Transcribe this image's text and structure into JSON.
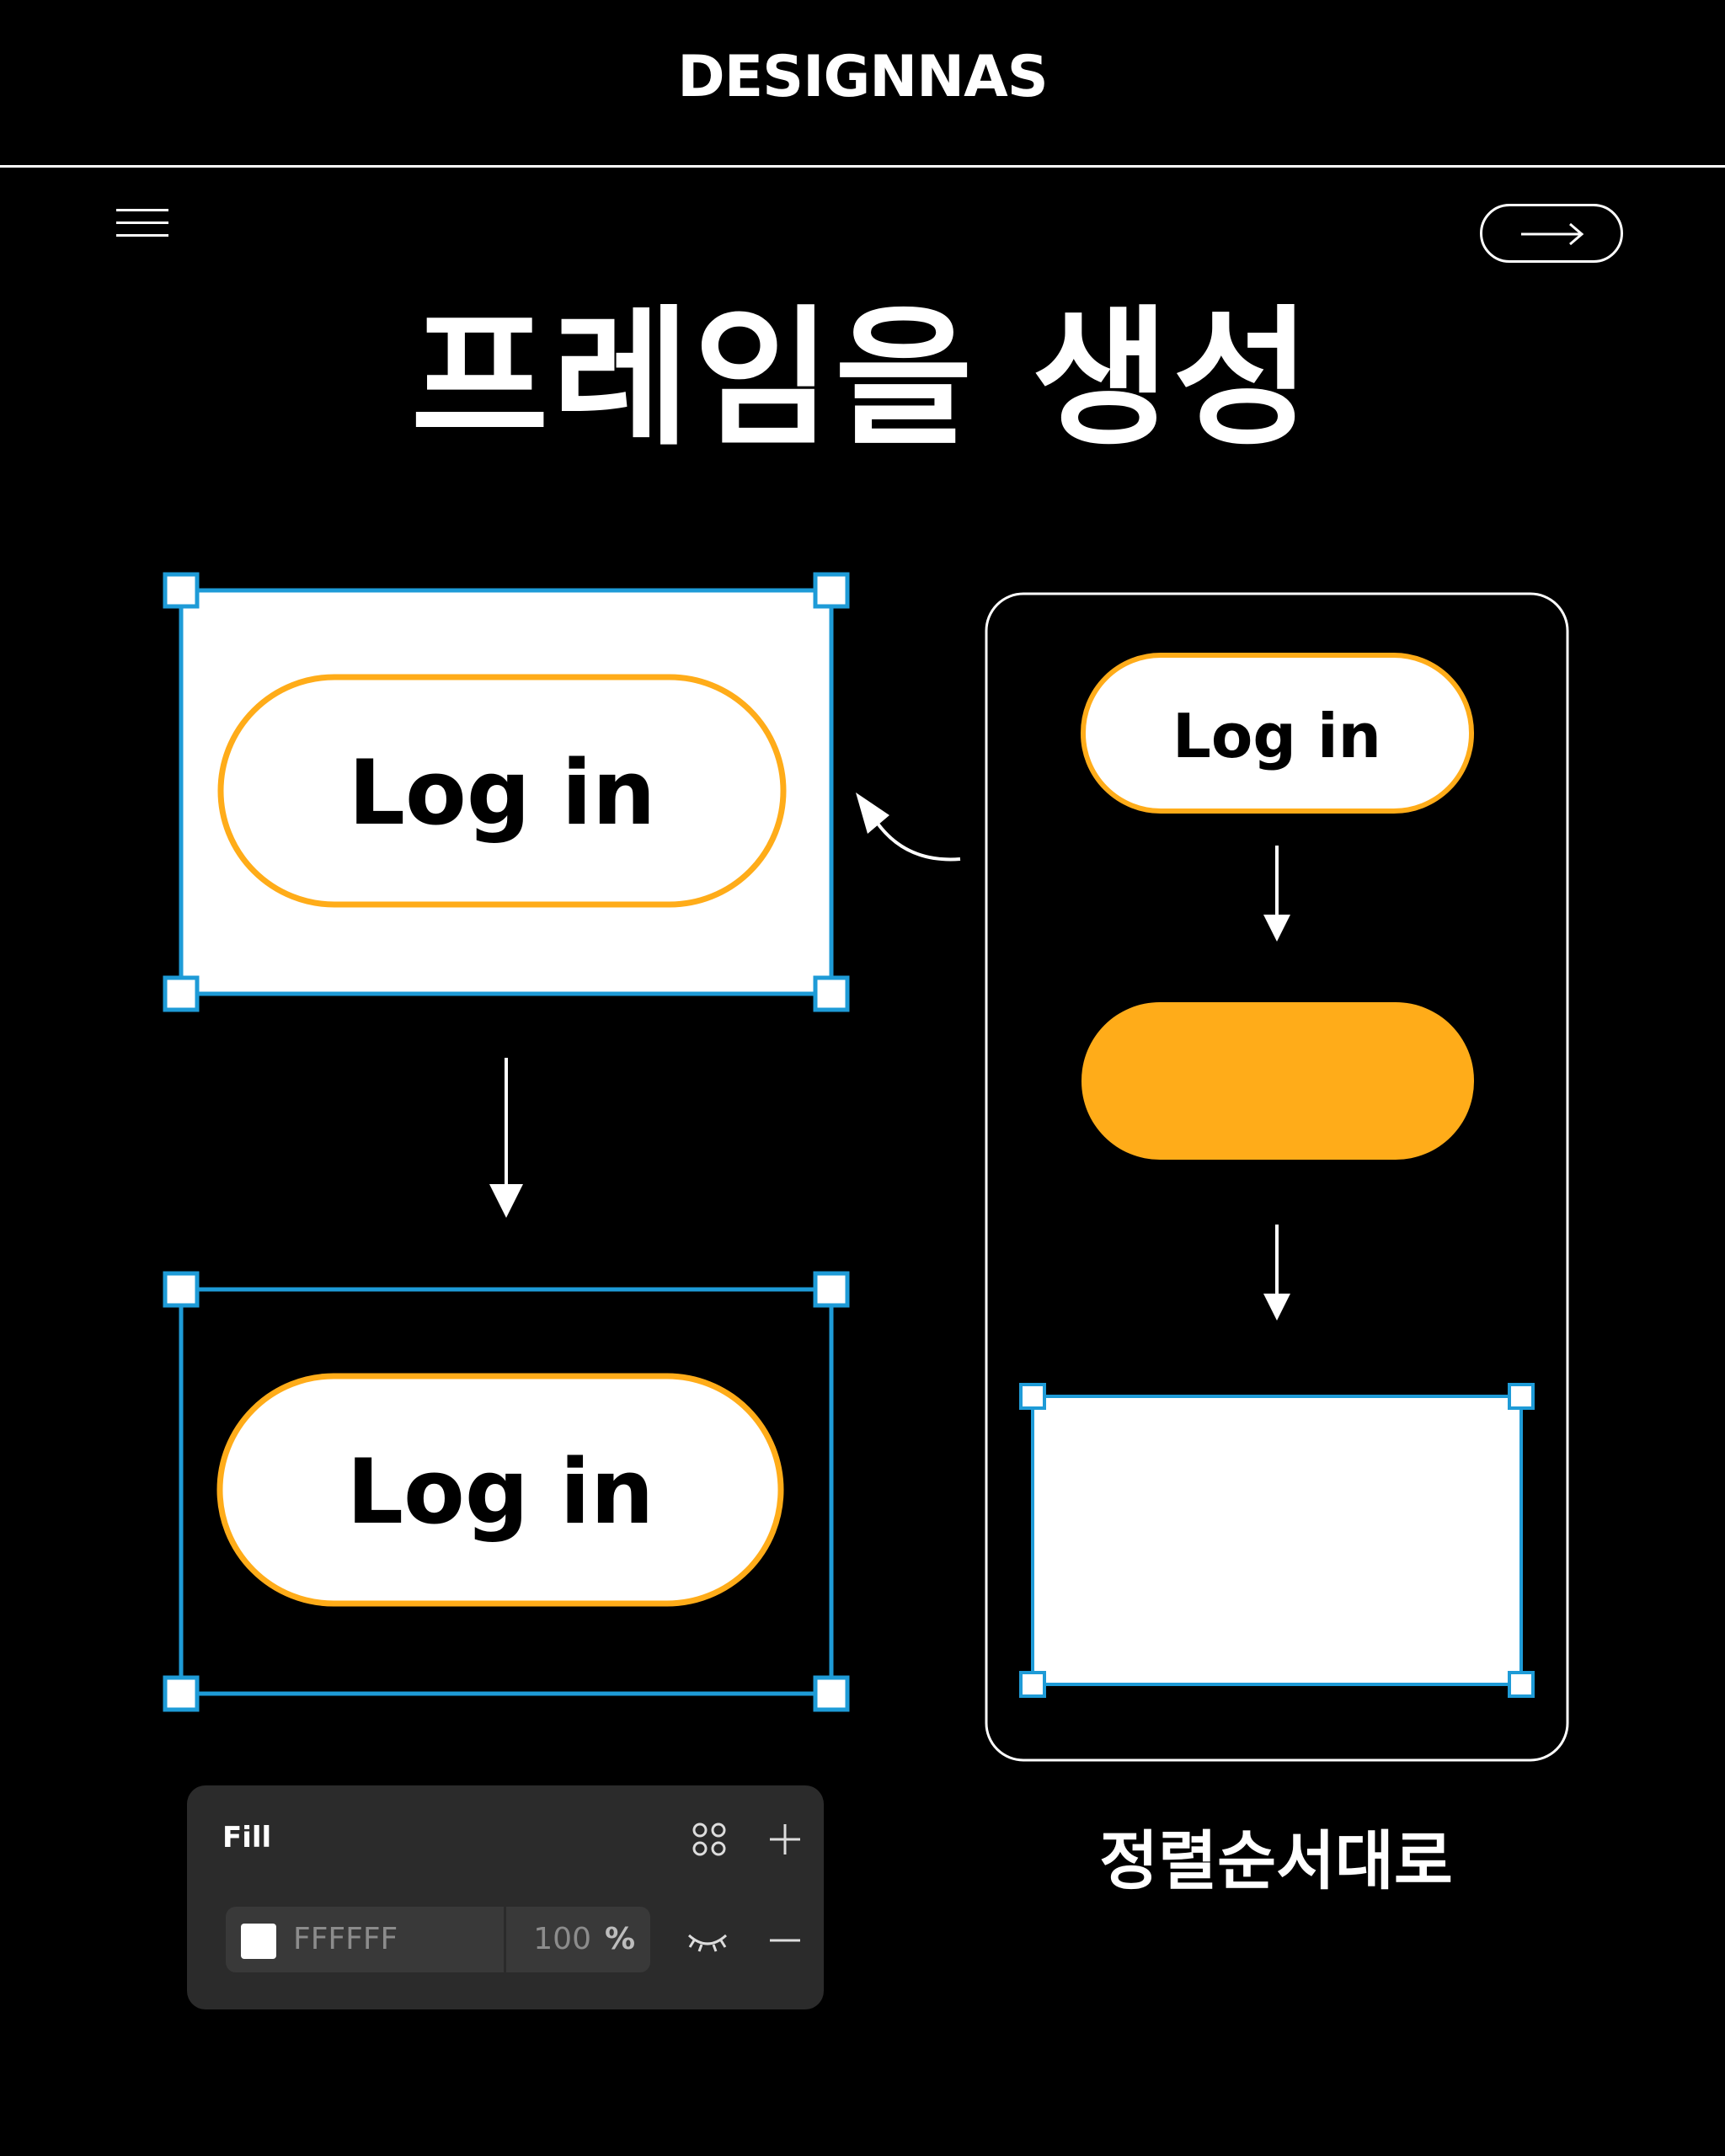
{
  "header": {
    "brand": "DESIGNNAS"
  },
  "title": "프레임을 생성",
  "buttons": {
    "label": "Log in"
  },
  "caption": "정렬순서대로",
  "fill_panel": {
    "title": "Fill",
    "hex": "FFFFFF",
    "opacity": "100",
    "percent": "%"
  },
  "colors": {
    "background": "#000000",
    "accent_orange": "#FFAC19",
    "selection_blue": "#1E9BD7",
    "panel": "#2B2B2B"
  }
}
